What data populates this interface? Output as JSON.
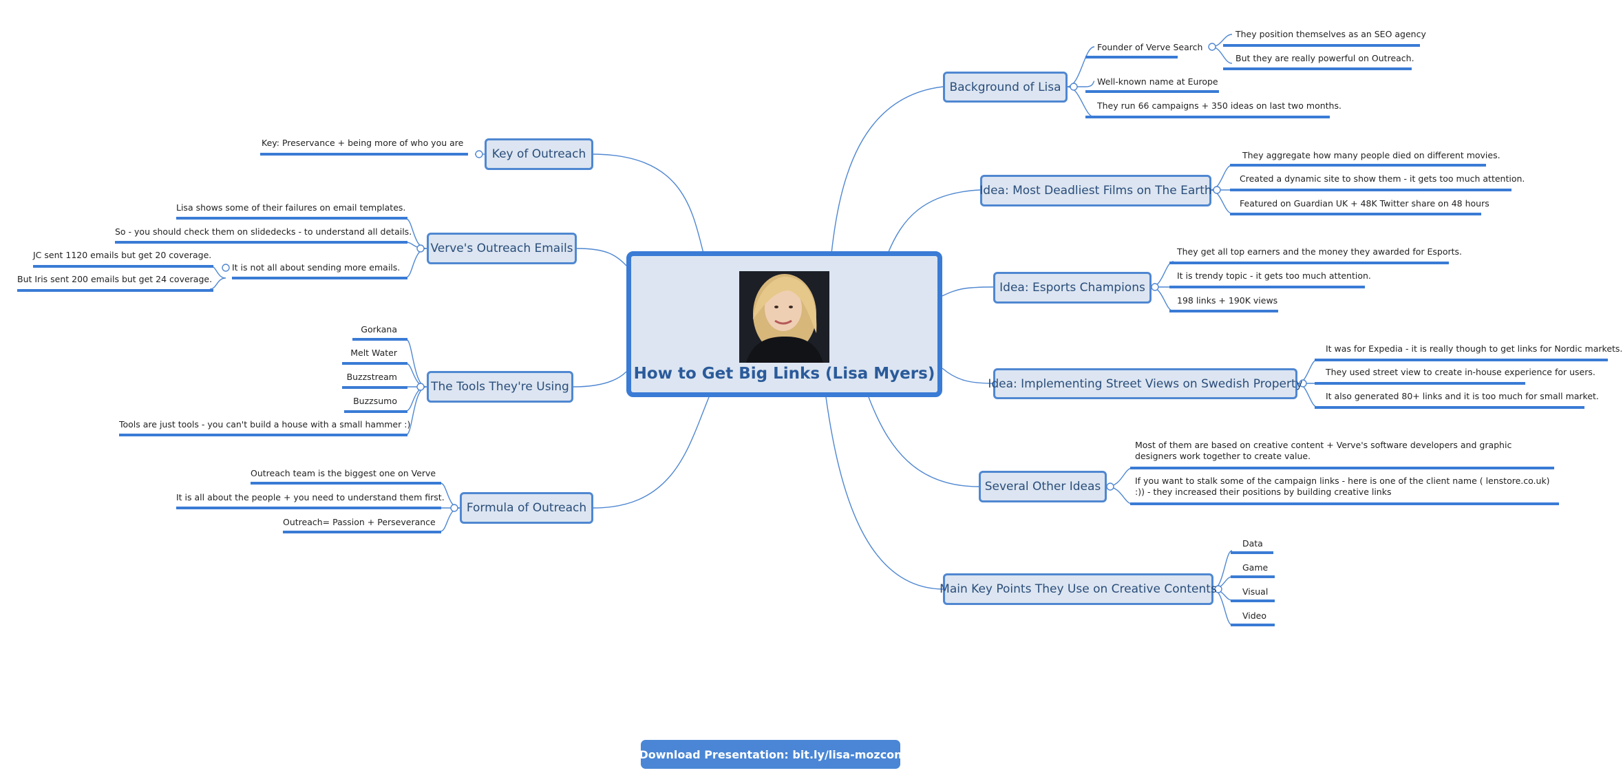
{
  "central": {
    "title": "How to Get Big Links (Lisa Myers)",
    "photo_alt": "portrait photo"
  },
  "branches": {
    "background": {
      "label": "Background of Lisa",
      "founder": "Founder of Verve Search",
      "seo": "They position themselves as an SEO agency",
      "outreach": "But they are really powerful on Outreach.",
      "europe": "Well-known name at Europe",
      "campaigns": "They run 66 campaigns + 350 ideas on last two months."
    },
    "deadliest": {
      "label": "Idea: Most Deadliest Films on The Earth",
      "items": [
        "They aggregate how many people died on different movies.",
        "Created a dynamic site to show them - it gets too much attention.",
        "Featured on Guardian UK + 48K Twitter share on 48 hours"
      ]
    },
    "esports": {
      "label": "Idea: Esports Champions",
      "items": [
        "They get all top earners and the money they awarded for Esports.",
        "It is trendy topic - it gets too much attention.",
        "198 links + 190K views"
      ]
    },
    "street": {
      "label": "Idea: Implementing Street Views on Swedish Property",
      "items": [
        "It was for Expedia - it is really though to get links for Nordic markets.",
        "They used street view to create in-house experience for users.",
        "It also generated 80+ links and it is too much for small market."
      ]
    },
    "other": {
      "label": "Several Other Ideas",
      "items": [
        "Most of them are based on creative content + Verve's software developers and graphic designers work together to create value.",
        "If you want to stalk some of the campaign links - here is one of the client name ( lenstore.co.uk) :)) - they increased their positions by building creative links"
      ]
    },
    "keypoints": {
      "label": "Main Key Points They Use on Creative Contents",
      "items": [
        "Data",
        "Game",
        "Visual",
        "Video"
      ]
    },
    "key": {
      "label": "Key of Outreach",
      "items": [
        "Key: Preservance + being more of who you are"
      ]
    },
    "emails": {
      "label": "Verve's Outreach Emails",
      "failures": "Lisa shows some of their failures on email templates.",
      "slidedecks": "So - you should check them on slidedecks - to understand all details.",
      "notall": "It is not all about sending more emails.",
      "jc": "JC sent 1120 emails but get 20 coverage.",
      "iris": "But Iris sent 200 emails but get 24 coverage."
    },
    "tools": {
      "label": "The Tools They're Using",
      "items": [
        "Gorkana",
        "Melt Water",
        "Buzzstream",
        "Buzzsumo",
        "Tools are just tools - you can't build a house with a small hammer :)"
      ]
    },
    "formula": {
      "label": "Formula of Outreach",
      "items": [
        "Outreach team is the biggest one on Verve",
        "It is all about the people + you need to understand them first.",
        "Outreach= Passion + Perseverance"
      ]
    }
  },
  "footer": {
    "label": "Download Presentation: bit.ly/lisa-mozcon"
  },
  "colors": {
    "accent": "#3a7bd5",
    "topic_fill": "#dce5f1",
    "connector": "#4f87d1",
    "topic_text": "#2a4d7a"
  }
}
